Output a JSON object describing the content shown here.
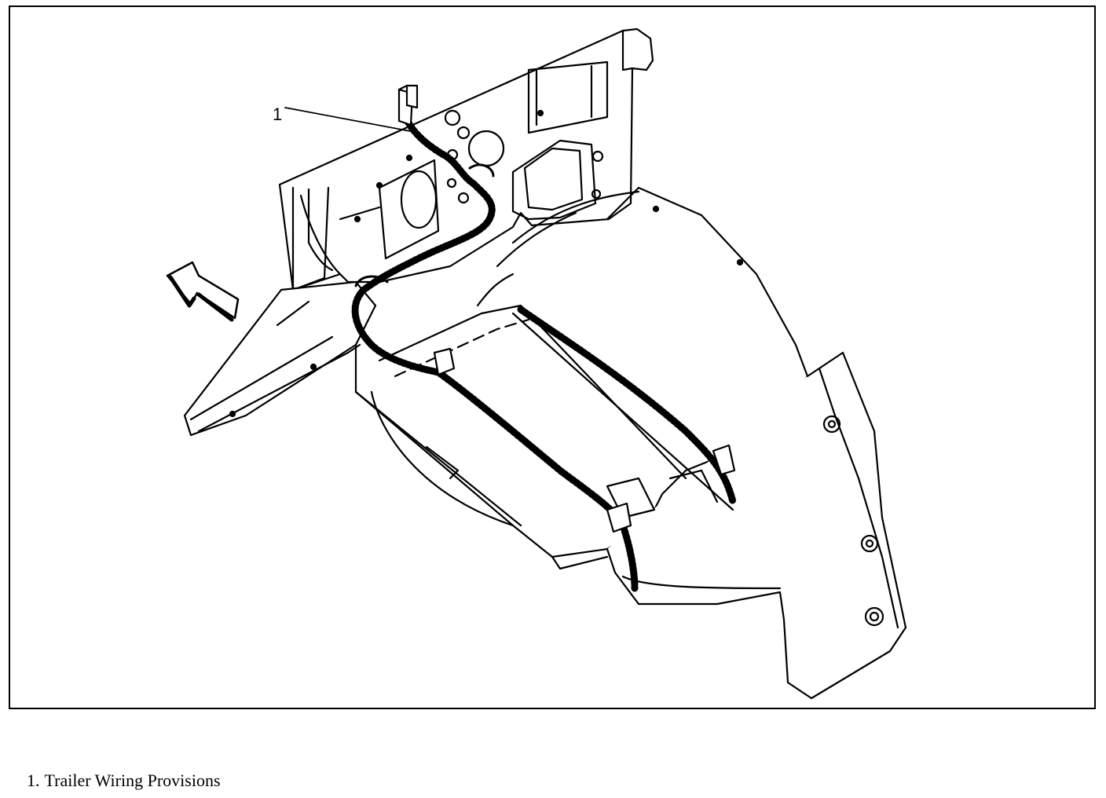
{
  "callouts": [
    {
      "number": "1"
    }
  ],
  "legend": [
    {
      "number": "1.",
      "text": "Trailer Wiring Provisions"
    }
  ]
}
